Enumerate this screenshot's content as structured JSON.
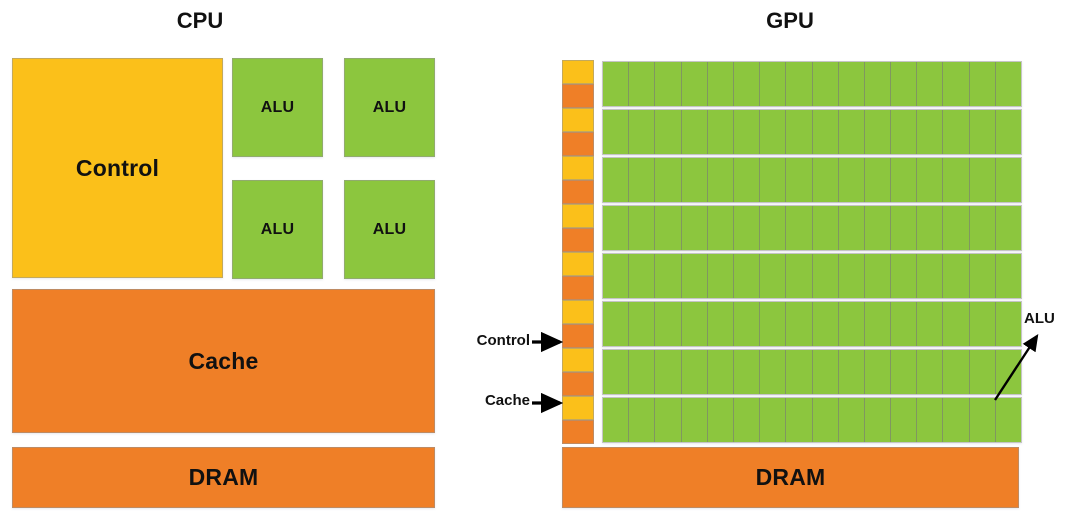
{
  "diagram": {
    "title_cpu": "CPU",
    "title_gpu": "GPU"
  },
  "cpu": {
    "title": "CPU",
    "control_label": "Control",
    "cache_label": "Cache",
    "dram_label": "DRAM",
    "alu_label": "ALU",
    "alu_count": 4,
    "alus": [
      {
        "label": "ALU"
      },
      {
        "label": "ALU"
      },
      {
        "label": "ALU"
      },
      {
        "label": "ALU"
      }
    ]
  },
  "gpu": {
    "title": "GPU",
    "dram_label": "DRAM",
    "rows": 8,
    "alu_cells_per_row": 16,
    "callouts": [
      {
        "name": "control",
        "label": "Control"
      },
      {
        "name": "cache",
        "label": "Cache"
      },
      {
        "name": "alu",
        "label": "ALU"
      }
    ]
  },
  "colors": {
    "control_yellow": "#FBC01A",
    "cache_orange": "#EF7F27",
    "alu_green": "#8CC63E",
    "background": "#FFFFFF",
    "text": "#111111",
    "arrow": "#000000"
  }
}
